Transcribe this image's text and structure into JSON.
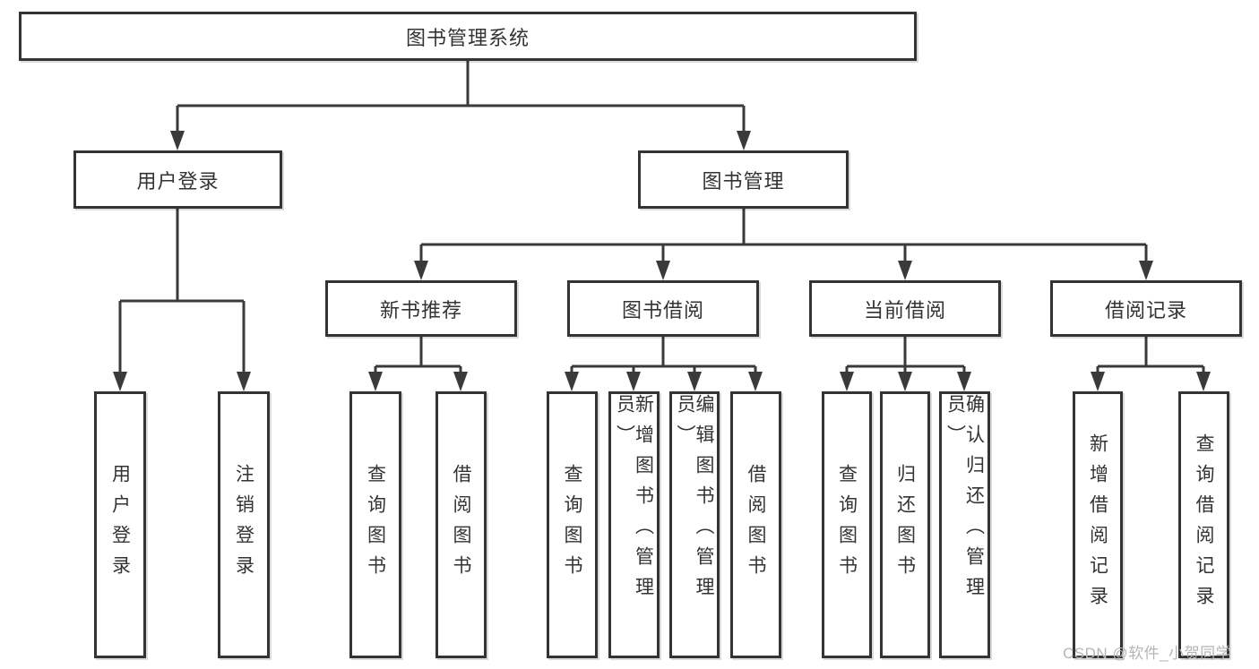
{
  "colors": {
    "border": "#333333",
    "line": "#3a3a3a",
    "text": "#333333",
    "watermark": "#b5b5b5"
  },
  "tree": {
    "root": {
      "label": "图书管理系统"
    },
    "branches": [
      {
        "label": "用户登录",
        "children": [
          {
            "label": "用户登录"
          },
          {
            "label": "注销登录"
          }
        ]
      },
      {
        "label": "图书管理",
        "children": [
          {
            "label": "新书推荐",
            "children": [
              {
                "label": "查询图书"
              },
              {
                "label": "借阅图书"
              }
            ]
          },
          {
            "label": "图书借阅",
            "children": [
              {
                "label": "查询图书"
              },
              {
                "label": "新增图书（管理员）"
              },
              {
                "label": "编辑图书（管理员）"
              },
              {
                "label": "借阅图书"
              }
            ]
          },
          {
            "label": "当前借阅",
            "children": [
              {
                "label": "查询图书"
              },
              {
                "label": "归还图书"
              },
              {
                "label": "确认归还（管理员）"
              }
            ]
          },
          {
            "label": "借阅记录",
            "children": [
              {
                "label": "新增借阅记录"
              },
              {
                "label": "查询借阅记录"
              }
            ]
          }
        ]
      }
    ]
  },
  "watermark": {
    "text": "CSDN @软件_小贺同学"
  }
}
